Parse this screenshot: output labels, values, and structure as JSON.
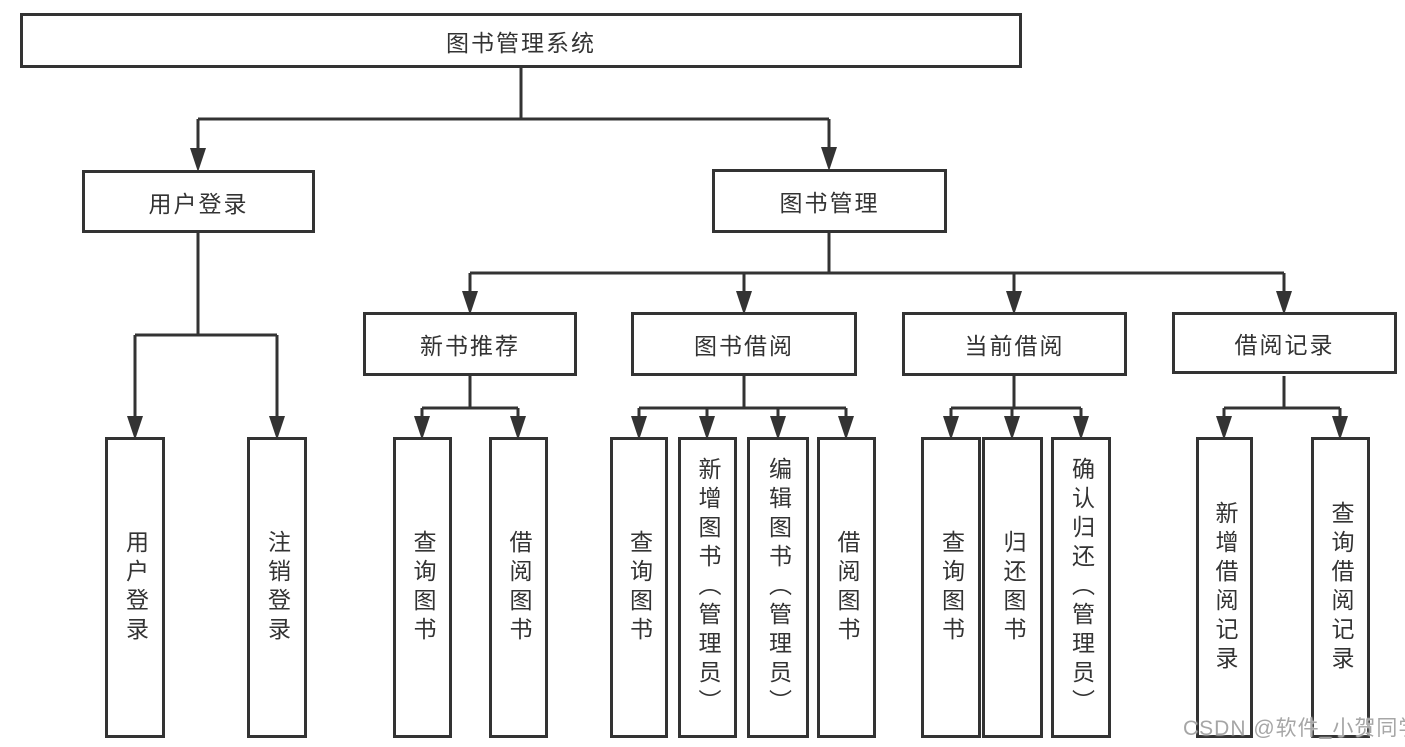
{
  "colors": {
    "line": "#333333",
    "text": "#333333",
    "background": "#ffffff",
    "watermark": "#a6a6a6"
  },
  "watermark": {
    "label": "CSDN @软件_小贺同学"
  },
  "diagram": {
    "root": {
      "label": "图书管理系统"
    },
    "level2": [
      {
        "label": "用户登录"
      },
      {
        "label": "图书管理"
      }
    ],
    "level3": [
      {
        "label": "新书推荐"
      },
      {
        "label": "图书借阅"
      },
      {
        "label": "当前借阅"
      },
      {
        "label": "借阅记录"
      }
    ],
    "leaves": {
      "user_login": [
        {
          "label": "用户登录"
        },
        {
          "label": "注销登录"
        }
      ],
      "new_book": [
        {
          "label": "查询图书"
        },
        {
          "label": "借阅图书"
        }
      ],
      "book_borrow": [
        {
          "label": "查询图书"
        },
        {
          "label": "新增图书（管理员）"
        },
        {
          "label": "编辑图书（管理员）"
        },
        {
          "label": "借阅图书"
        }
      ],
      "current_borrow": [
        {
          "label": "查询图书"
        },
        {
          "label": "归还图书"
        },
        {
          "label": "确认归还（管理员）"
        }
      ],
      "borrow_records": [
        {
          "label": "新增借阅记录"
        },
        {
          "label": "查询借阅记录"
        }
      ]
    }
  }
}
